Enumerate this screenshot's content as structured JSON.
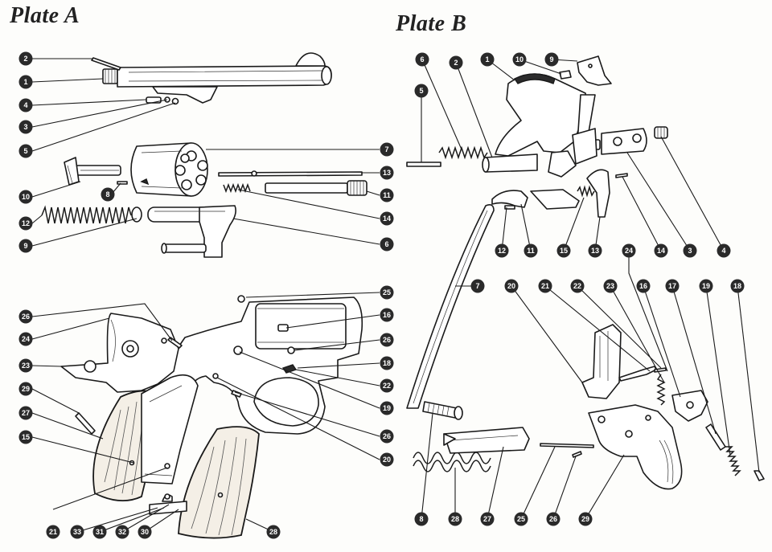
{
  "plates": {
    "a_title": "Plate A",
    "b_title": "Plate B"
  },
  "callouts_a": [
    {
      "id": "a2",
      "label": "2"
    },
    {
      "id": "a1",
      "label": "1"
    },
    {
      "id": "a4",
      "label": "4"
    },
    {
      "id": "a3",
      "label": "3"
    },
    {
      "id": "a5",
      "label": "5"
    },
    {
      "id": "a7",
      "label": "7"
    },
    {
      "id": "a13",
      "label": "13"
    },
    {
      "id": "a10",
      "label": "10"
    },
    {
      "id": "a8",
      "label": "8"
    },
    {
      "id": "a11",
      "label": "11"
    },
    {
      "id": "a14",
      "label": "14"
    },
    {
      "id": "a12",
      "label": "12"
    },
    {
      "id": "a9",
      "label": "9"
    },
    {
      "id": "a6",
      "label": "6"
    },
    {
      "id": "a25",
      "label": "25"
    },
    {
      "id": "a26a",
      "label": "26"
    },
    {
      "id": "a16",
      "label": "16"
    },
    {
      "id": "a24",
      "label": "24"
    },
    {
      "id": "a26b",
      "label": "26"
    },
    {
      "id": "a23",
      "label": "23"
    },
    {
      "id": "a18",
      "label": "18"
    },
    {
      "id": "a22",
      "label": "22"
    },
    {
      "id": "a29",
      "label": "29"
    },
    {
      "id": "a19",
      "label": "19"
    },
    {
      "id": "a27",
      "label": "27"
    },
    {
      "id": "a26c",
      "label": "26"
    },
    {
      "id": "a15",
      "label": "15"
    },
    {
      "id": "a20",
      "label": "20"
    },
    {
      "id": "a21",
      "label": "21"
    },
    {
      "id": "a33",
      "label": "33"
    },
    {
      "id": "a31",
      "label": "31"
    },
    {
      "id": "a32",
      "label": "32"
    },
    {
      "id": "a30",
      "label": "30"
    },
    {
      "id": "a28",
      "label": "28"
    }
  ],
  "callouts_b": [
    {
      "id": "b6",
      "label": "6"
    },
    {
      "id": "b2",
      "label": "2"
    },
    {
      "id": "b1",
      "label": "1"
    },
    {
      "id": "b10",
      "label": "10"
    },
    {
      "id": "b9",
      "label": "9"
    },
    {
      "id": "b5",
      "label": "5"
    },
    {
      "id": "b12",
      "label": "12"
    },
    {
      "id": "b11",
      "label": "11"
    },
    {
      "id": "b15",
      "label": "15"
    },
    {
      "id": "b13",
      "label": "13"
    },
    {
      "id": "b14",
      "label": "14"
    },
    {
      "id": "b3",
      "label": "3"
    },
    {
      "id": "b4",
      "label": "4"
    },
    {
      "id": "b7",
      "label": "7"
    },
    {
      "id": "b24",
      "label": "24"
    },
    {
      "id": "b20",
      "label": "20"
    },
    {
      "id": "b21",
      "label": "21"
    },
    {
      "id": "b22",
      "label": "22"
    },
    {
      "id": "b23",
      "label": "23"
    },
    {
      "id": "b16",
      "label": "16"
    },
    {
      "id": "b17",
      "label": "17"
    },
    {
      "id": "b19",
      "label": "19"
    },
    {
      "id": "b18",
      "label": "18"
    },
    {
      "id": "b8",
      "label": "8"
    },
    {
      "id": "b28",
      "label": "28"
    },
    {
      "id": "b27",
      "label": "27"
    },
    {
      "id": "b25",
      "label": "25"
    },
    {
      "id": "b26",
      "label": "26"
    },
    {
      "id": "b29",
      "label": "29"
    }
  ]
}
